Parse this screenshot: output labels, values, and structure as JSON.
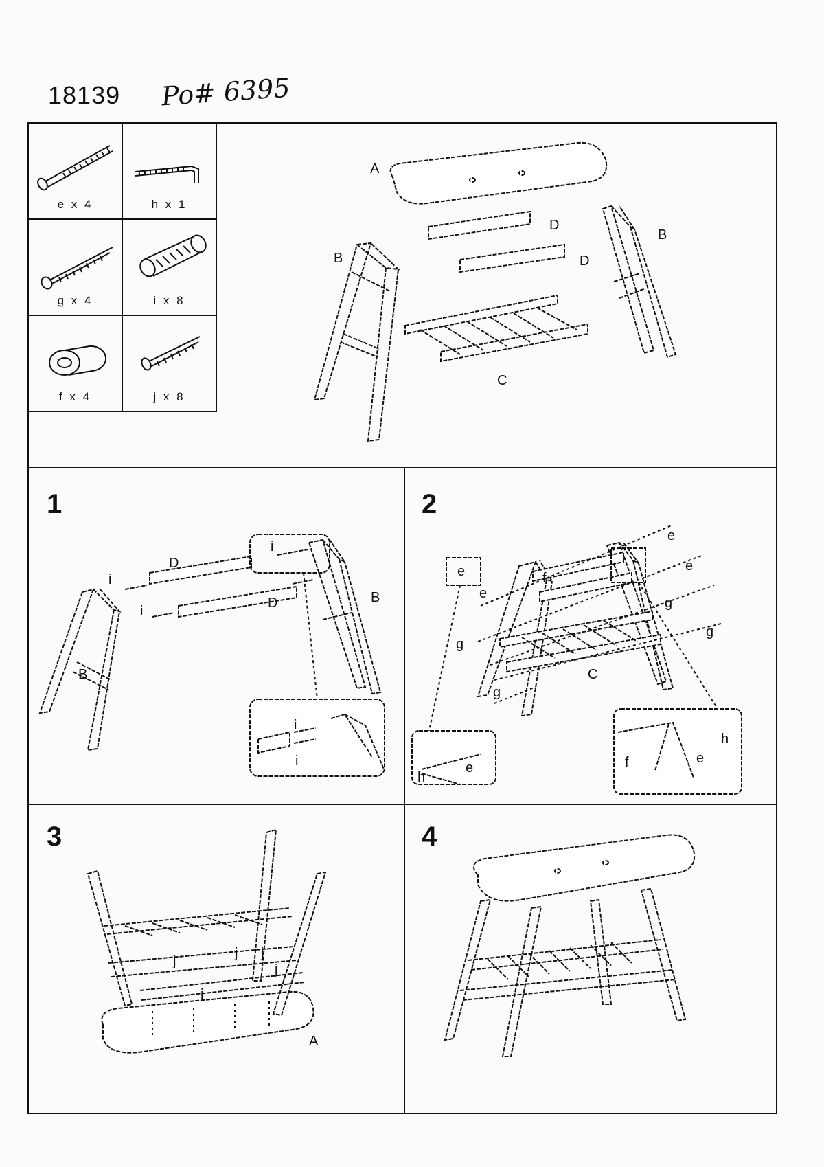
{
  "header": {
    "code": "18139",
    "po": "Po# 6395"
  },
  "hardware": [
    {
      "caption": "e x 4",
      "icon": "bolt-icon"
    },
    {
      "caption": "h x 1",
      "icon": "allen-key-icon"
    },
    {
      "caption": "g x 4",
      "icon": "screw-icon"
    },
    {
      "caption": "i x 8",
      "icon": "dowel-icon"
    },
    {
      "caption": "f x 4",
      "icon": "barrel-nut-icon"
    },
    {
      "caption": "j x 8",
      "icon": "wood-screw-icon"
    }
  ],
  "overview": {
    "labels": {
      "A": "A",
      "B1": "B",
      "B2": "B",
      "C": "C",
      "D1": "D",
      "D2": "D"
    }
  },
  "steps": [
    {
      "number": "1",
      "labels": {
        "D1": "D",
        "D2": "D",
        "B1": "B",
        "B2": "B",
        "i": "i"
      }
    },
    {
      "number": "2",
      "labels": {
        "e": "e",
        "f": "f",
        "g": "g",
        "h": "h",
        "C": "C"
      }
    },
    {
      "number": "3",
      "labels": {
        "A": "A",
        "j": "j"
      }
    },
    {
      "number": "4"
    }
  ]
}
